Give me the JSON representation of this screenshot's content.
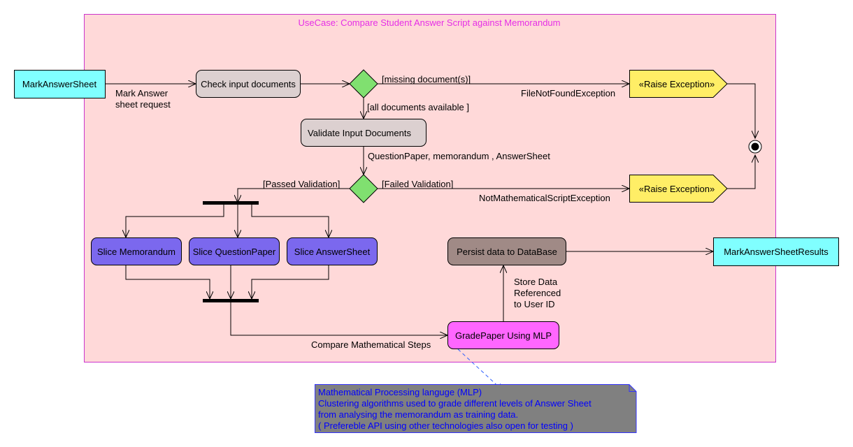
{
  "colors": {
    "frame_border": "#cc33cc",
    "frame_fill": "#ffd9d9",
    "title_text": "#e62ee6",
    "object_fill": "#80ffff",
    "action_fill": "#dcd0d0",
    "decision_fill": "#80e070",
    "exception_fill": "#ffee66",
    "slice_fill": "#7b68ee",
    "persist_fill": "#a08a86",
    "grade_fill": "#ff66ff",
    "note_fill": "#808080",
    "note_border": "#3333ff",
    "note_text": "#0000ff",
    "dependency": "#2f5fff"
  },
  "diagram": {
    "title": "UseCase: Compare Student Answer Script against Memorandum",
    "nodes": {
      "mark_answer_sheet": "MarkAnswerSheet",
      "check_input": "Check input documents",
      "validate_input": "Validate Input Documents",
      "raise_exception_1": "«Raise Exception»",
      "raise_exception_2": "«Raise Exception»",
      "slice_memorandum": "Slice Memorandum",
      "slice_question_paper": "Slice QuestionPaper",
      "slice_answer_sheet": "Slice AnswerSheet",
      "persist_data": "Persist data to DataBase",
      "grade_paper": "GradePaper Using MLP",
      "results": "MarkAnswerSheetResults"
    },
    "labels": {
      "request_line1": "Mark Answer",
      "request_line2": "sheet request",
      "missing_docs": "[missing document(s)]",
      "file_not_found": "FileNotFoundException",
      "all_docs": "[all documents available ]",
      "validate_outputs": "QuestionPaper, memorandum , AnswerSheet",
      "passed_validation": "[Passed Validation]",
      "failed_validation": "[Failed Validation]",
      "not_math_script": "NotMathematicalScriptException",
      "store_line1": "Store Data",
      "store_line2": "Referenced",
      "store_line3": "to User ID",
      "compare_steps": "Compare Mathematical Steps"
    },
    "note": {
      "line1": "Mathematical Processing languge (MLP)",
      "line2": "Clustering algorithms used to grade different levels of Answer Sheet",
      "line3": "from analysing the memorandum as training data.",
      "line4": "( Prefereble API using other technologies also open for testing )"
    }
  }
}
